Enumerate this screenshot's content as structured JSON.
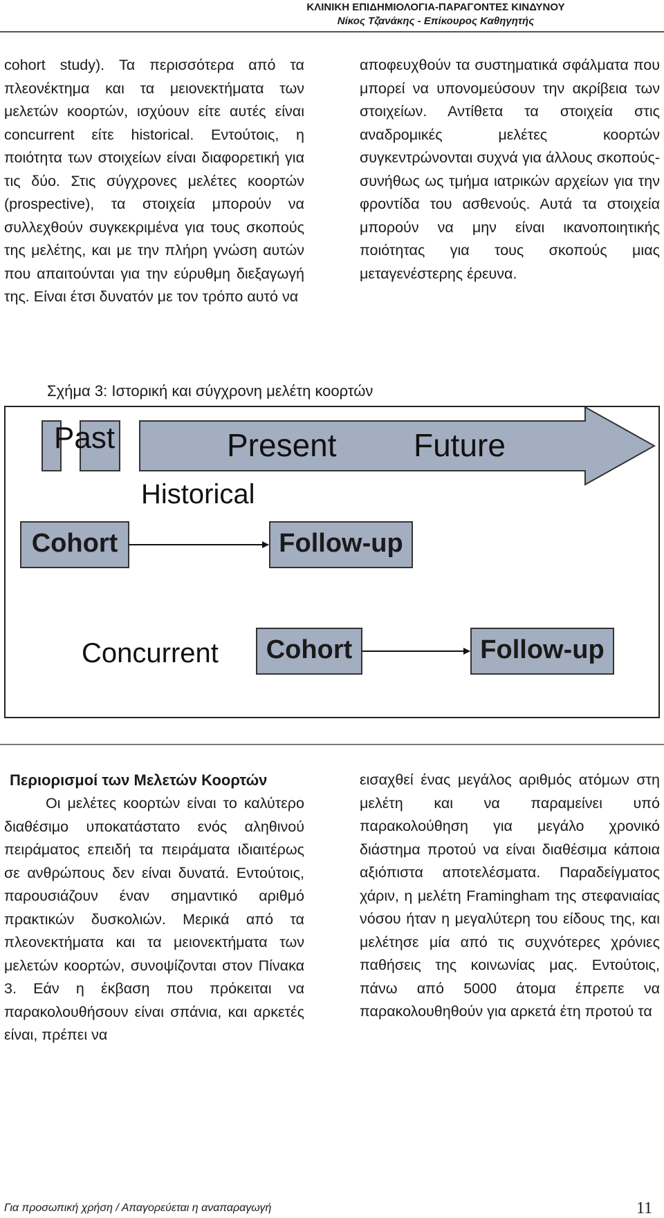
{
  "header": {
    "title": "ΚΛΙΝΙΚΗ ΕΠΙΔΗΜΙΟΛΟΓΙΑ-ΠΑΡΑΓΟΝΤΕΣ ΚΙΝΔΥΝΟΥ",
    "author": "Νίκος Τζανάκης - Επίκουρος Καθηγητής"
  },
  "top_left_text": "cohort study). Τα περισσότερα από τα πλεονέκτημα και τα μειονεκτήματα των μελετών κοορτών, ισχύουν είτε αυτές είναι concurrent είτε historical. Εντούτοις, η ποιότητα των στοιχείων είναι διαφορετική για τις δύο. Στις σύγχρονες μελέτες κοορτών (prospective), τα στοιχεία μπορούν να συλλεχθούν συγκεκριμένα για τους σκοπούς της μελέτης, και με την πλήρη γνώση αυτών που απαιτούνται για την εύρυθμη διεξαγωγή της. Είναι έτσι δυνατόν με τον τρόπο αυτό να",
  "top_right_text": "αποφευχθούν τα συστηματικά σφάλματα που μπορεί να υπονομεύσουν την ακρίβεια των στοιχείων. Αντίθετα τα στοιχεία στις αναδρομικές μελέτες κοορτών συγκεντρώνονται συχνά για άλλους σκοπούς-συνήθως ως τμήμα ιατρικών αρχείων για την φροντίδα του ασθενούς. Αυτά τα στοιχεία μπορούν να μην είναι ικανοποιητικής ποιότητας για τους σκοπούς μιας μεταγενέστερης έρευνα.",
  "figure": {
    "caption": "Σχήμα 3: Ιστορική και σύγχρονη μελέτη κοορτών",
    "past": "Past",
    "present": "Present",
    "future": "Future",
    "historical": "Historical",
    "concurrent": "Concurrent",
    "cohort": "Cohort",
    "follow_up": "Follow-up",
    "box_fill": "#a3aec1"
  },
  "section_title": "Περιορισμοί των Μελετών Κοορτών",
  "bottom_left_text": "Οι μελέτες κοορτών είναι το καλύτερο διαθέσιμο υποκατάστατο ενός αληθινού πειράματος επειδή τα πειράματα ιδιαιτέρως σε ανθρώπους δεν είναι δυνατά. Εντούτοις, παρουσιάζουν έναν σημαντικό αριθμό πρακτικών δυσκολιών. Μερικά από τα πλεονεκτήματα και τα μειονεκτήματα των μελετών κοορτών, συνοψίζονται στον Πίνακα 3. Εάν η έκβαση που πρόκειται να παρακολουθήσουν είναι σπάνια, και αρκετές είναι, πρέπει να",
  "bottom_right_text": "εισαχθεί ένας μεγάλος αριθμός ατόμων στη μελέτη και να παραμείνει υπό παρακολούθηση για μεγάλο χρονικό διάστημα προτού να είναι διαθέσιμα κάποια αξιόπιστα αποτελέσματα. Παραδείγματος χάριν, η μελέτη Framingham της στεφανιαίας νόσου ήταν η μεγαλύτερη του είδους της, και μελέτησε μία από τις συχνότερες χρόνιες παθήσεις της κοινωνίας μας. Εντούτοις, πάνω από 5000 άτομα έπρεπε να παρακολουθηθούν για αρκετά έτη προτού τα",
  "footer": {
    "note": "Για προσωπική χρήση / Απαγορεύεται η αναπαραγωγή",
    "page_number": "11"
  }
}
